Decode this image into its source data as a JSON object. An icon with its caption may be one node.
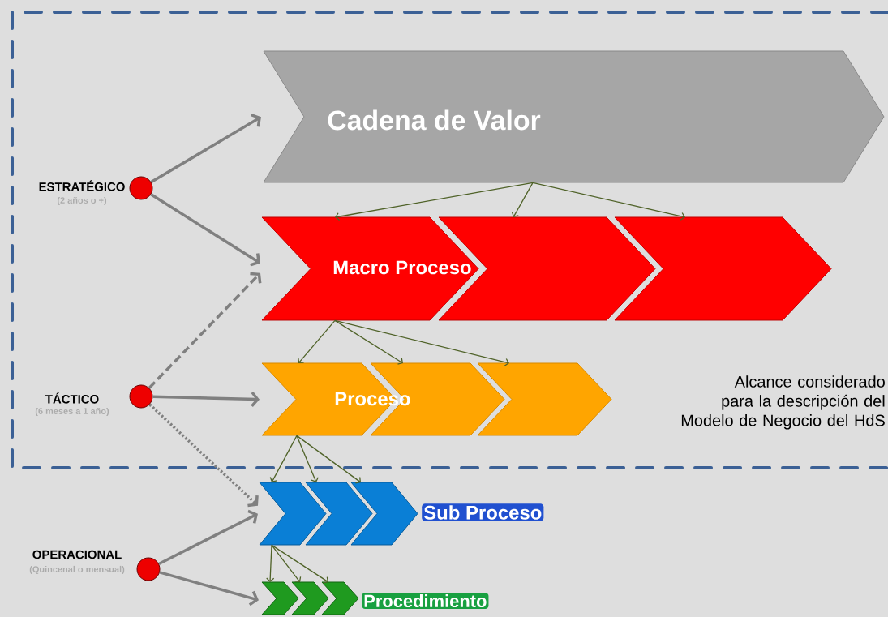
{
  "diagram": {
    "nodes": [
      {
        "text": [
          "Alcance considerado para la descripción del Modelo de Negocio del HdS"
        ]
      },
      {
        "text": [
          "Cadena de Valor"
        ],
        "in": 0
      },
      {
        "text": [
          "Macro Proceso"
        ],
        "in": 0
      },
      {
        "text": [],
        "shape": "chevron",
        "in": 0
      },
      {
        "text": [],
        "shape": "chevron",
        "in": 0
      },
      {
        "text": [
          "Proceso"
        ],
        "in": 0
      },
      {
        "text": [],
        "shape": "chevron",
        "in": 0
      },
      {
        "text": [],
        "shape": "chevron",
        "in": 0
      },
      {
        "text": [],
        "shape": "chevron"
      },
      {
        "text": [],
        "shape": "chevron"
      },
      {
        "text": [],
        "shape": "chevron",
        "beside": [
          "Sub Proceso"
        ]
      },
      {
        "text": [],
        "shape": "chevron"
      },
      {
        "text": [],
        "shape": "chevron"
      },
      {
        "text": [],
        "shape": "chevron",
        "beside": [
          "Procedimiento"
        ]
      },
      {
        "text": [],
        "shape": "circle",
        "in": 0,
        "beside": [
          "ESTRATÉGICO",
          "(2 años o +)"
        ]
      },
      {
        "text": [],
        "shape": "circle",
        "in": 0,
        "beside": [
          "TÁCTICO",
          "(6 meses a 1 año)"
        ]
      },
      {
        "text": [],
        "shape": "circle",
        "beside": [
          "OPERACIONAL",
          "(Quincenal o mensual)"
        ]
      }
    ],
    "edges": [
      {
        "from": 1,
        "to": 2,
        "arrow": "to"
      },
      {
        "from": 1,
        "to": 3,
        "arrow": "to"
      },
      {
        "from": 1,
        "to": 4,
        "arrow": "to"
      },
      {
        "from": 2,
        "to": 5,
        "arrow": "to"
      },
      {
        "from": 2,
        "to": 6,
        "arrow": "to"
      },
      {
        "from": 2,
        "to": 7,
        "arrow": "to"
      },
      {
        "from": 5,
        "to": 8,
        "arrow": "to"
      },
      {
        "from": 5,
        "to": 9,
        "arrow": "to"
      },
      {
        "from": 5,
        "to": 10,
        "arrow": "to"
      },
      {
        "from": 8,
        "to": 11,
        "arrow": "to"
      },
      {
        "from": 8,
        "to": 12,
        "arrow": "to"
      },
      {
        "from": 8,
        "to": 13,
        "arrow": "to"
      },
      {
        "from": 14,
        "to": 1,
        "arrow": "to",
        "style": "thick",
        "color": "#808080"
      },
      {
        "from": 14,
        "to": 2,
        "arrow": "to",
        "style": "thick",
        "color": "#808080"
      },
      {
        "from": 15,
        "to": 2,
        "arrow": "to",
        "style": "dashed",
        "color": "#808080"
      },
      {
        "from": 15,
        "to": 5,
        "arrow": "to",
        "style": "thick",
        "color": "#808080"
      },
      {
        "from": 15,
        "to": 8,
        "arrow": "to",
        "style": "dashed",
        "color": "#808080"
      },
      {
        "from": 16,
        "to": 8,
        "arrow": "to",
        "style": "thick",
        "color": "#808080"
      },
      {
        "from": 16,
        "to": 11,
        "arrow": "to",
        "style": "thick",
        "color": "#808080"
      }
    ]
  }
}
